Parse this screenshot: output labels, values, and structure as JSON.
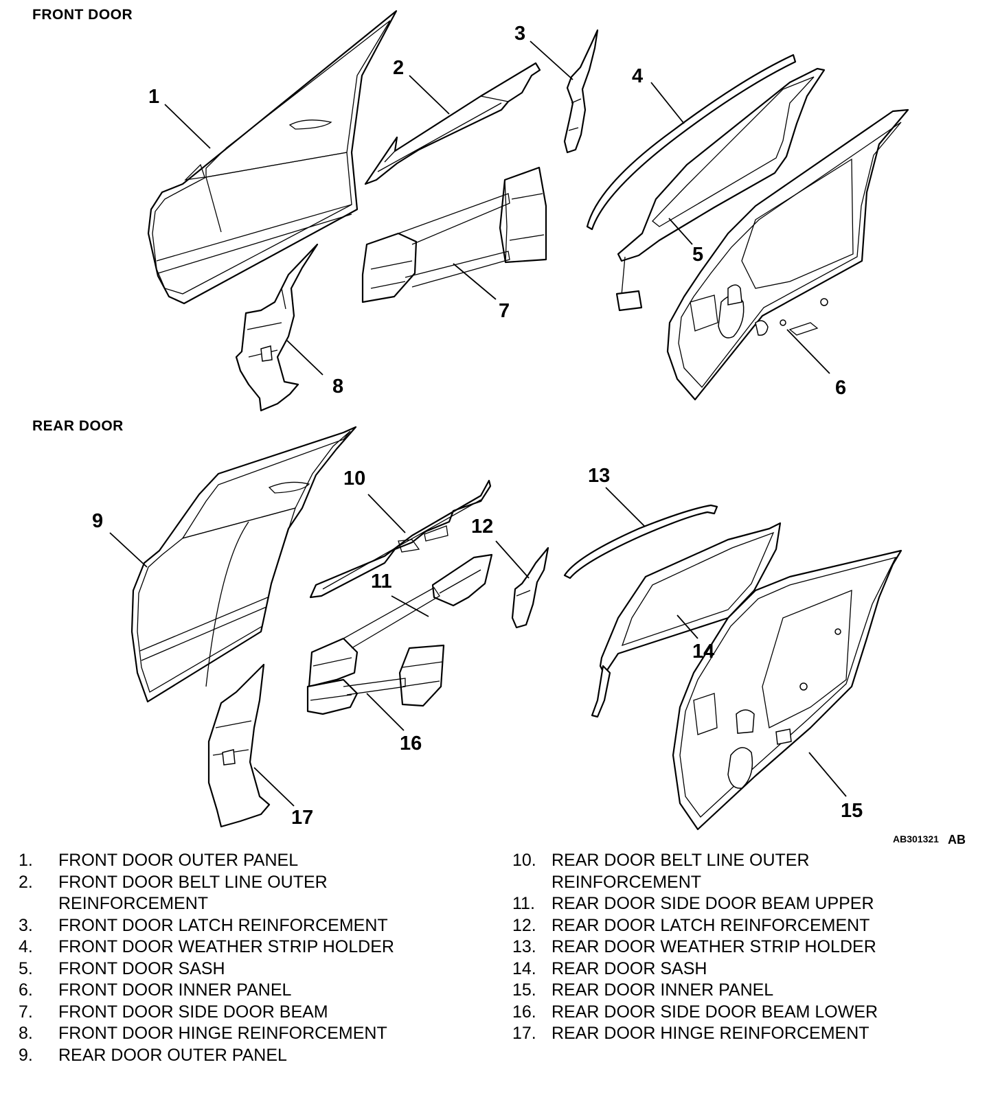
{
  "sections": {
    "front": "FRONT DOOR",
    "rear": "REAR DOOR"
  },
  "figure_code": "AB301321",
  "figure_code_suffix": "AB",
  "callouts": [
    "1",
    "2",
    "3",
    "4",
    "5",
    "6",
    "7",
    "8",
    "9",
    "10",
    "11",
    "12",
    "13",
    "14",
    "15",
    "16",
    "17"
  ],
  "legend_left": [
    {
      "num": "1.",
      "label": "FRONT DOOR OUTER PANEL"
    },
    {
      "num": "2.",
      "label": "FRONT DOOR BELT LINE OUTER",
      "label2": "REINFORCEMENT"
    },
    {
      "num": "3.",
      "label": "FRONT DOOR LATCH REINFORCEMENT"
    },
    {
      "num": "4.",
      "label": "FRONT DOOR WEATHER STRIP HOLDER"
    },
    {
      "num": "5.",
      "label": "FRONT DOOR SASH"
    },
    {
      "num": "6.",
      "label": "FRONT DOOR INNER PANEL"
    },
    {
      "num": "7.",
      "label": "FRONT DOOR SIDE DOOR BEAM"
    },
    {
      "num": "8.",
      "label": "FRONT DOOR HINGE REINFORCEMENT"
    },
    {
      "num": "9.",
      "label": "REAR DOOR OUTER PANEL"
    }
  ],
  "legend_right": [
    {
      "num": "10.",
      "label": "REAR DOOR BELT LINE OUTER",
      "label2": "REINFORCEMENT"
    },
    {
      "num": "11.",
      "label": "REAR DOOR SIDE DOOR BEAM UPPER"
    },
    {
      "num": "12.",
      "label": "REAR DOOR LATCH REINFORCEMENT"
    },
    {
      "num": "13.",
      "label": "REAR DOOR WEATHER STRIP HOLDER"
    },
    {
      "num": "14.",
      "label": "REAR DOOR SASH"
    },
    {
      "num": "15.",
      "label": "REAR DOOR INNER PANEL"
    },
    {
      "num": "16.",
      "label": "REAR DOOR SIDE DOOR BEAM LOWER"
    },
    {
      "num": "17.",
      "label": "REAR DOOR HINGE REINFORCEMENT"
    }
  ]
}
